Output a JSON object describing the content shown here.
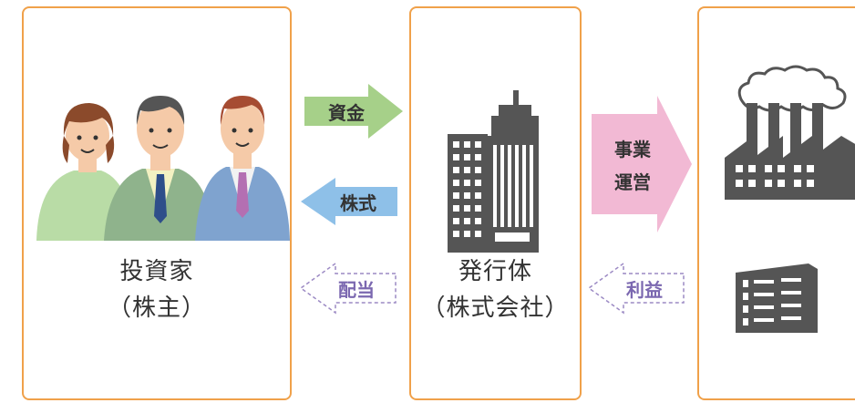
{
  "investor": {
    "name": "投資家",
    "sub": "（株主）"
  },
  "issuer": {
    "name": "発行体",
    "sub": "（株式会社）"
  },
  "arrows": {
    "funds": "資金",
    "shares": "株式",
    "dividends": "配当",
    "operations_line1": "事業",
    "operations_line2": "運営",
    "profit": "利益"
  },
  "colors": {
    "panel_border": "#f0a14a",
    "funds_arrow": "#a6d089",
    "shares_arrow": "#8ec0e8",
    "operations_arrow": "#f2b9d4",
    "dashed_arrow": "#9c8ac4"
  }
}
